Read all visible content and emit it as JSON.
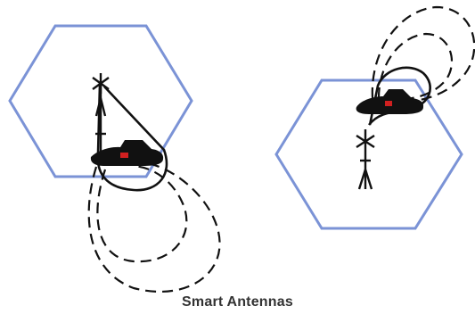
{
  "caption": "Smart Antennas",
  "colors": {
    "cell_outline": "#7b93d6",
    "ink": "#111111",
    "car_highlight": "#d02020",
    "caption_text": "#333333"
  },
  "icons": [
    "cell-hexagon",
    "antenna-tower",
    "car-icon",
    "radiation-beam"
  ]
}
